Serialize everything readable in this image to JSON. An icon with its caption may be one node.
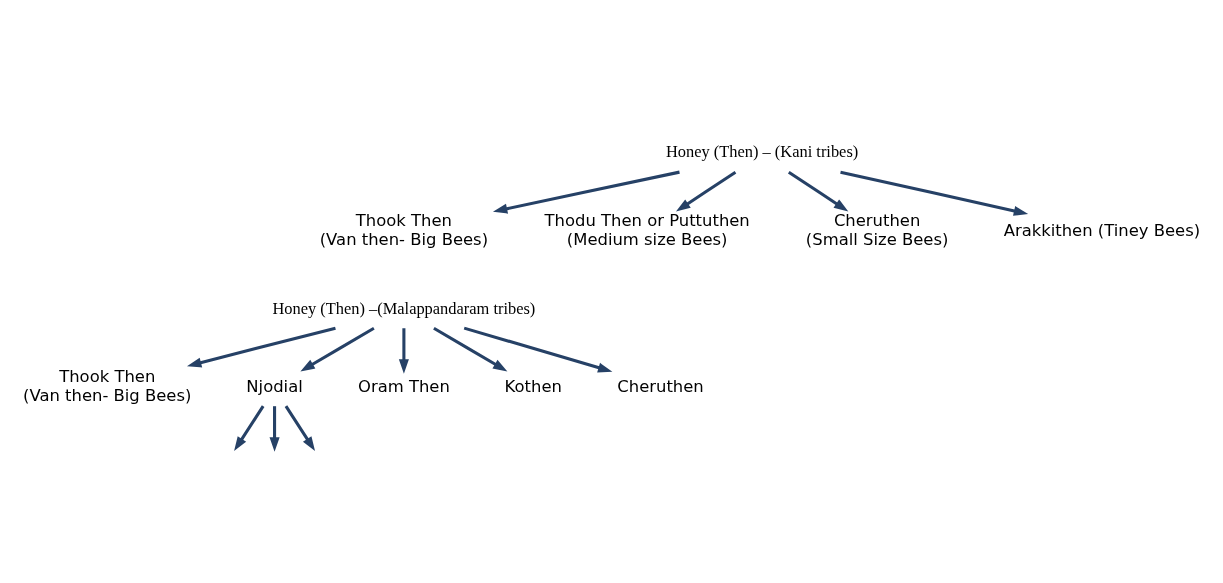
{
  "diagram": {
    "nodes": [
      {
        "text": [
          "Honey (Then) – (Kani tribes)"
        ]
      },
      {
        "text": [
          "Thook Then",
          "(Van then- Big Bees)"
        ]
      },
      {
        "text": [
          "Thodu Then or Puttuthen",
          "(Medium size Bees)"
        ]
      },
      {
        "text": [
          "Cheruthen",
          "(Small Size Bees)"
        ]
      },
      {
        "text": [
          "Arakkithen (Tiney Bees)"
        ]
      },
      {
        "text": [
          "Honey (Then) –(Malappandaram tribes)"
        ]
      },
      {
        "text": [
          "Thook Then",
          "(Van then- Big Bees)"
        ]
      },
      {
        "text": [
          "Njodial"
        ]
      },
      {
        "text": [
          "Oram Then"
        ]
      },
      {
        "text": [
          "Kothen"
        ]
      },
      {
        "text": [
          "Cheruthen"
        ]
      }
    ],
    "edges": [
      {
        "from": 0,
        "to": 1,
        "arrow": "to"
      },
      {
        "from": 0,
        "to": 2,
        "arrow": "to"
      },
      {
        "from": 0,
        "to": 3,
        "arrow": "to"
      },
      {
        "from": 0,
        "to": 4,
        "arrow": "to"
      },
      {
        "from": 5,
        "to": 6,
        "arrow": "to"
      },
      {
        "from": 5,
        "to": 7,
        "arrow": "to"
      },
      {
        "from": 5,
        "to": 8,
        "arrow": "to"
      },
      {
        "from": 5,
        "to": 9,
        "arrow": "to"
      },
      {
        "from": 5,
        "to": 10,
        "arrow": "to"
      },
      {
        "from": 7,
        "to": null,
        "arrow": "to"
      },
      {
        "from": 7,
        "to": null,
        "arrow": "to"
      },
      {
        "from": 7,
        "to": null,
        "arrow": "to"
      }
    ]
  }
}
